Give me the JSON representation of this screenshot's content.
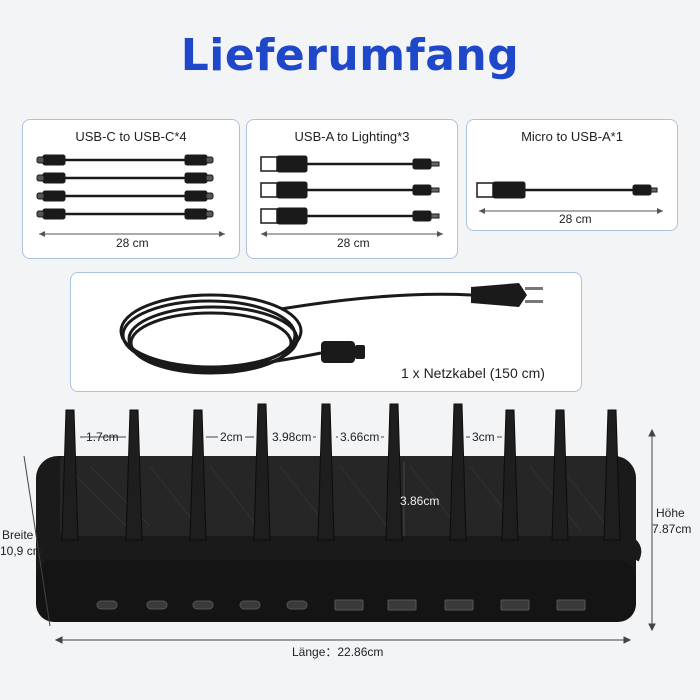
{
  "title": "Lieferumfang",
  "cables": [
    {
      "label": "USB-C to USB-C*4",
      "length": "28 cm"
    },
    {
      "label": "USB-A to Lighting*3",
      "length": "28 cm"
    },
    {
      "label": "Micro to USB-A*1",
      "length": "28 cm"
    }
  ],
  "power_cable": {
    "label": "1 x Netzkabel (150 cm)"
  },
  "dimensions": {
    "gap1": "1.7cm",
    "gap2": "2cm",
    "gap3": "3.98cm",
    "gap4": "3.66cm",
    "gap5": "3cm",
    "depth": "3.86cm",
    "width_label": "Breite",
    "width_value": "10,9 cm",
    "height_label": "Höhe",
    "height_value": "7.87cm",
    "length": "Länge：22.86cm"
  },
  "colors": {
    "title": "#1e47c9",
    "box_border": "#a9c3df",
    "device": "#1a1a1a"
  }
}
